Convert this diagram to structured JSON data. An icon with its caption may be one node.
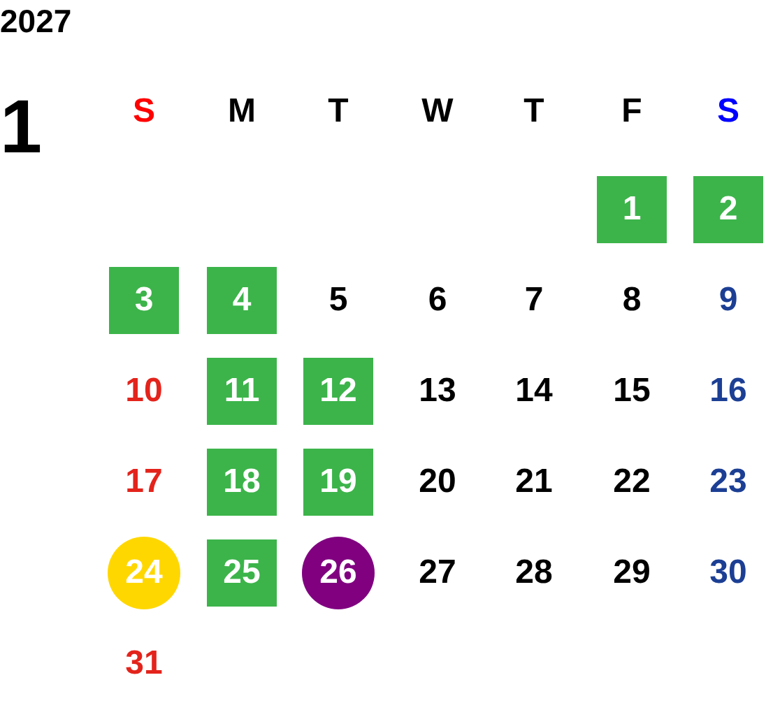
{
  "diagram": {
    "title": "2027",
    "nodes": [
      {
        "text": [
          "1"
        ]
      },
      {
        "text": [
          "2"
        ]
      },
      {
        "text": [
          "3"
        ]
      },
      {
        "text": [
          "4"
        ]
      },
      {
        "text": [
          "11"
        ]
      },
      {
        "text": [
          "12"
        ]
      },
      {
        "text": [
          "18"
        ]
      },
      {
        "text": [
          "19"
        ]
      },
      {
        "text": [
          "24"
        ]
      },
      {
        "text": [
          "25"
        ]
      },
      {
        "text": [
          "26"
        ]
      }
    ],
    "labels": [
      "1",
      "S",
      "M",
      "T",
      "W",
      "T",
      "F",
      "S",
      "5",
      "6",
      "7",
      "8",
      "9",
      "10",
      "13",
      "14",
      "15",
      "16",
      "17",
      "20",
      "21",
      "22",
      "23",
      "27",
      "28",
      "29",
      "30",
      "31"
    ]
  }
}
